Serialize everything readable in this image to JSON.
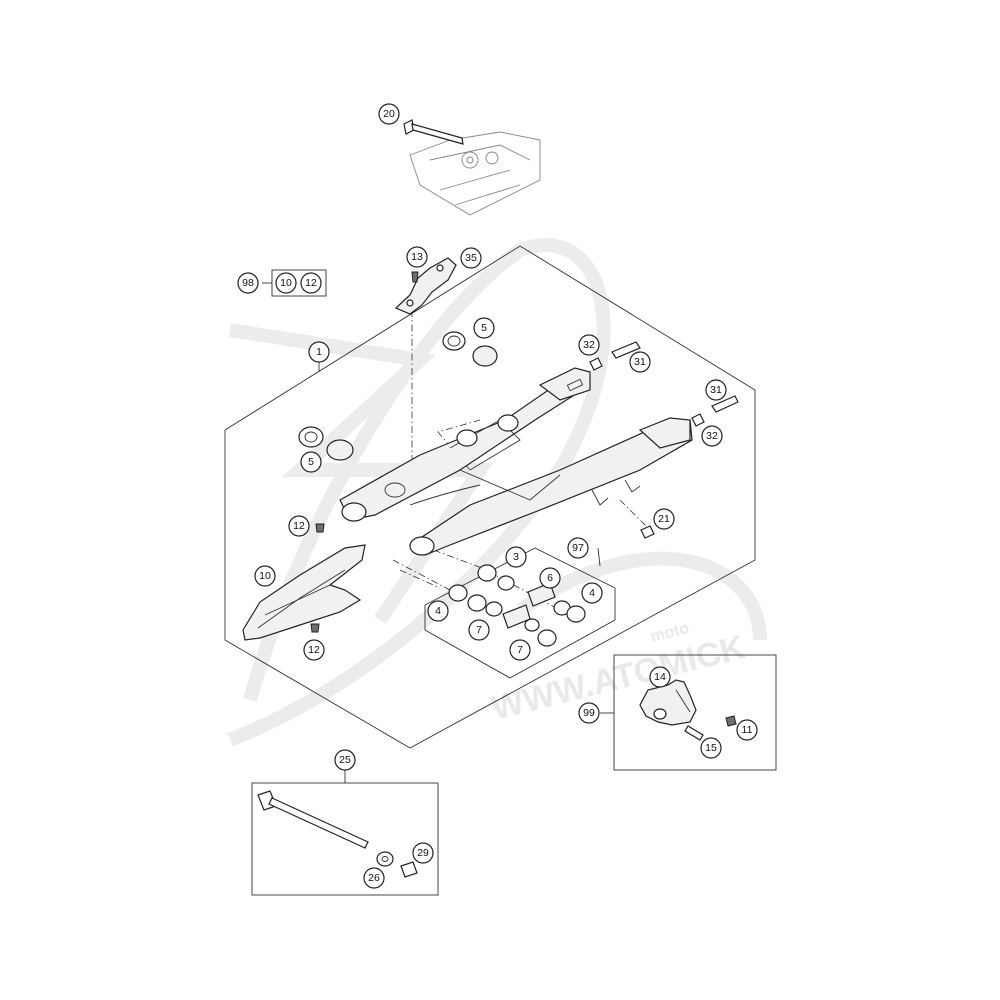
{
  "diagram": {
    "callouts": {
      "c20": "20",
      "c13": "13",
      "c35": "35",
      "c98": "98",
      "c10a": "10",
      "c12a": "12",
      "c1": "1",
      "c5a": "5",
      "c32a": "32",
      "c31a": "31",
      "c31b": "31",
      "c32b": "32",
      "c5b": "5",
      "c12b": "12",
      "c21": "21",
      "c97": "97",
      "c3": "3",
      "c6": "6",
      "c4a": "4",
      "c4b": "4",
      "c7a": "7",
      "c7b": "7",
      "c10b": "10",
      "c12c": "12",
      "c14": "14",
      "c99": "99",
      "c11": "11",
      "c15": "15",
      "c25": "25",
      "c29": "29",
      "c26": "26"
    },
    "watermark": {
      "url": "WWW.ATOMICK",
      "sub": "moto"
    }
  }
}
